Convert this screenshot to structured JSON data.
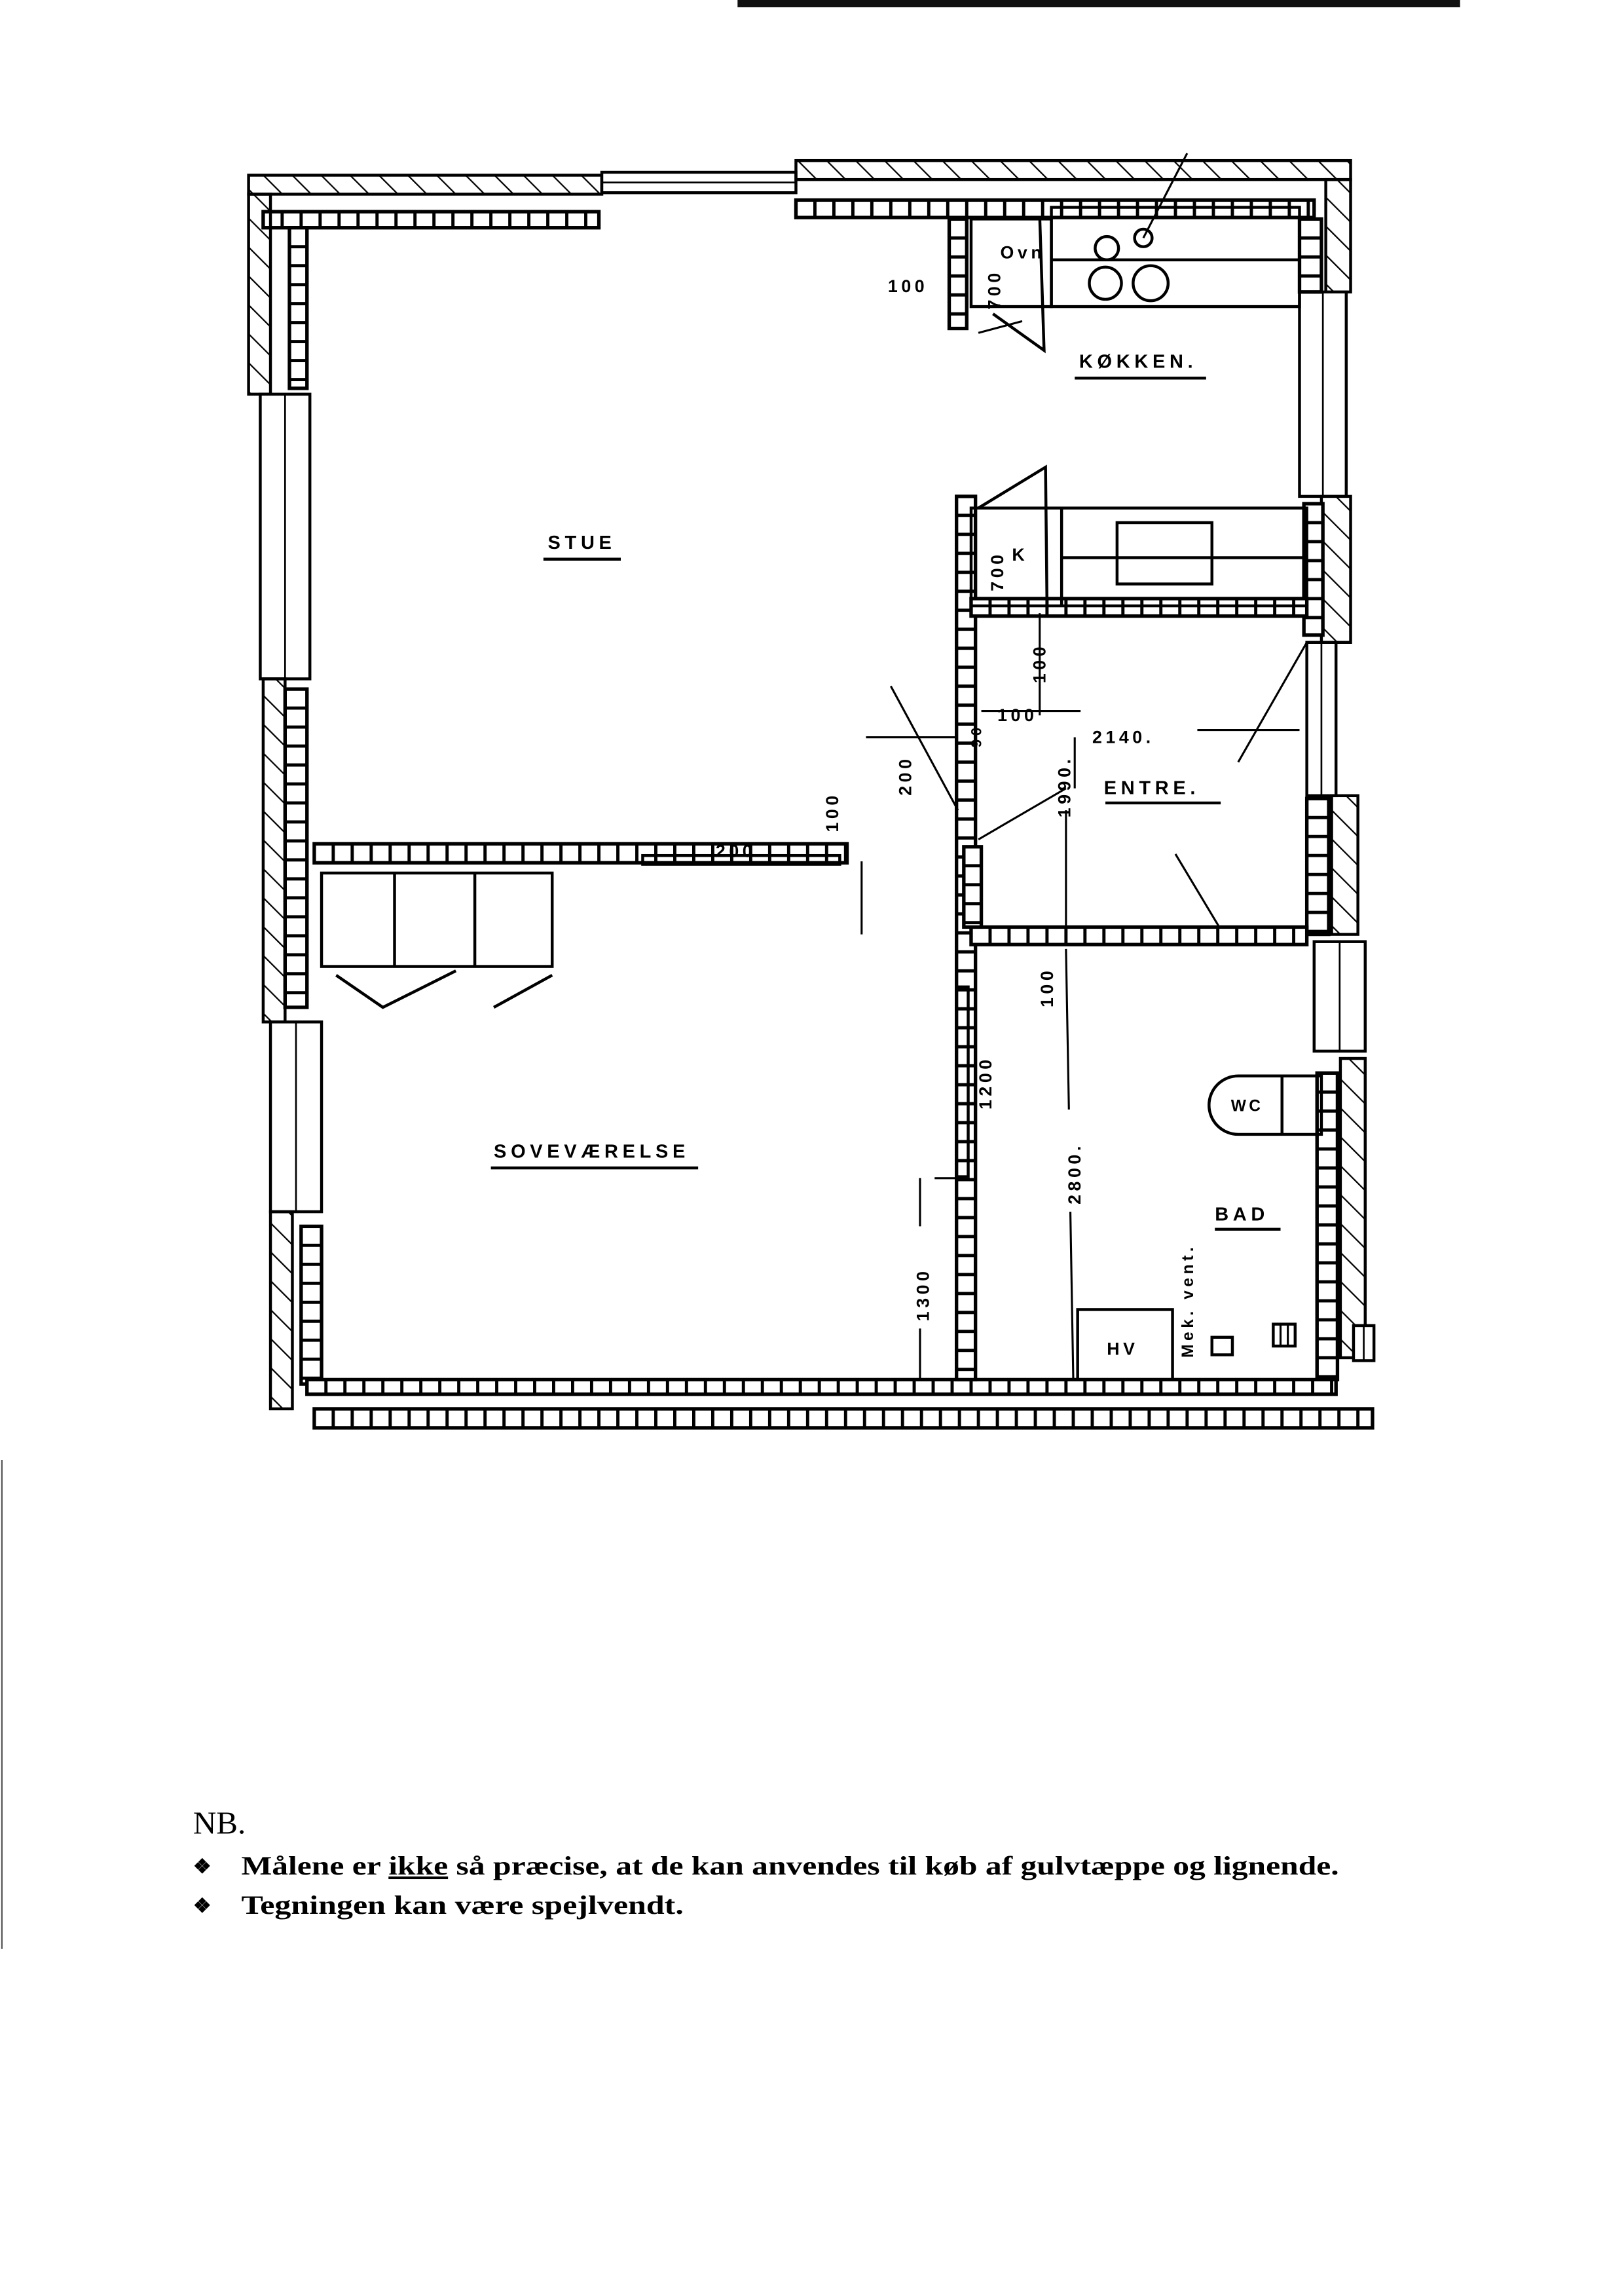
{
  "rooms": {
    "stue": "STUE",
    "kokken": "KØKKEN.",
    "entre": "ENTRE.",
    "sovevaerelse": "SOVEVÆRELSE",
    "bad": "BAD"
  },
  "fixtures": {
    "ovn": "Ovn",
    "kolesk": "K",
    "wc": "WC",
    "hv": "HV",
    "mek_vent": "Mek. vent."
  },
  "dimensions": {
    "kitchen_wall_100": "100",
    "ovn_700": "700",
    "k_700": "700",
    "entre_100_vertical": "100",
    "entre_100": "100",
    "entre_2140": "2140.",
    "entre_1990": "1990.",
    "entre_90": "90",
    "stue_200": "200",
    "stue_100": "100",
    "door_200": "200",
    "bad_100": "100",
    "bad_1200": "1200",
    "bad_2800": "2800.",
    "sove_1300": "1300"
  },
  "notes": {
    "heading": "NB.",
    "bullet_icon": "four-diamond-bullet",
    "line1_before": "Målene er ",
    "line1_underlined": "ikke",
    "line1_after": " så præcise, at de kan anvendes til køb af gulvtæppe og lignende.",
    "line2": "Tegningen kan være spejlvendt."
  }
}
